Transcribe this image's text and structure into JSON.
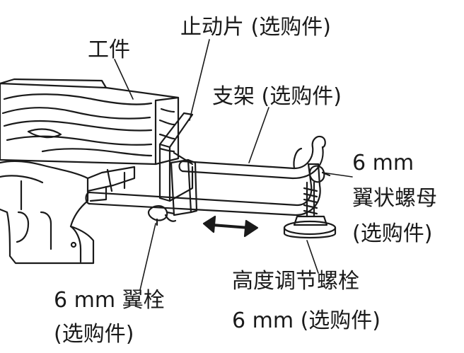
{
  "labels": {
    "workpiece": "工件",
    "stopper": "止动片 (选购件)",
    "stand": "支架 (选购件)",
    "wing_nut_size": "6 mm",
    "wing_nut": "翼状螺母",
    "wing_nut_optional": "(选购件)",
    "height_bolt": "高度调节螺栓",
    "height_bolt_size": "6 mm (选购件)",
    "wing_bolt": "6 mm 翼栓",
    "wing_bolt_optional": "(选购件)"
  },
  "icons": {
    "movement_arrow": "double-headed-arrow-icon"
  },
  "colors": {
    "line": "#1a1a1a",
    "background": "#ffffff"
  }
}
